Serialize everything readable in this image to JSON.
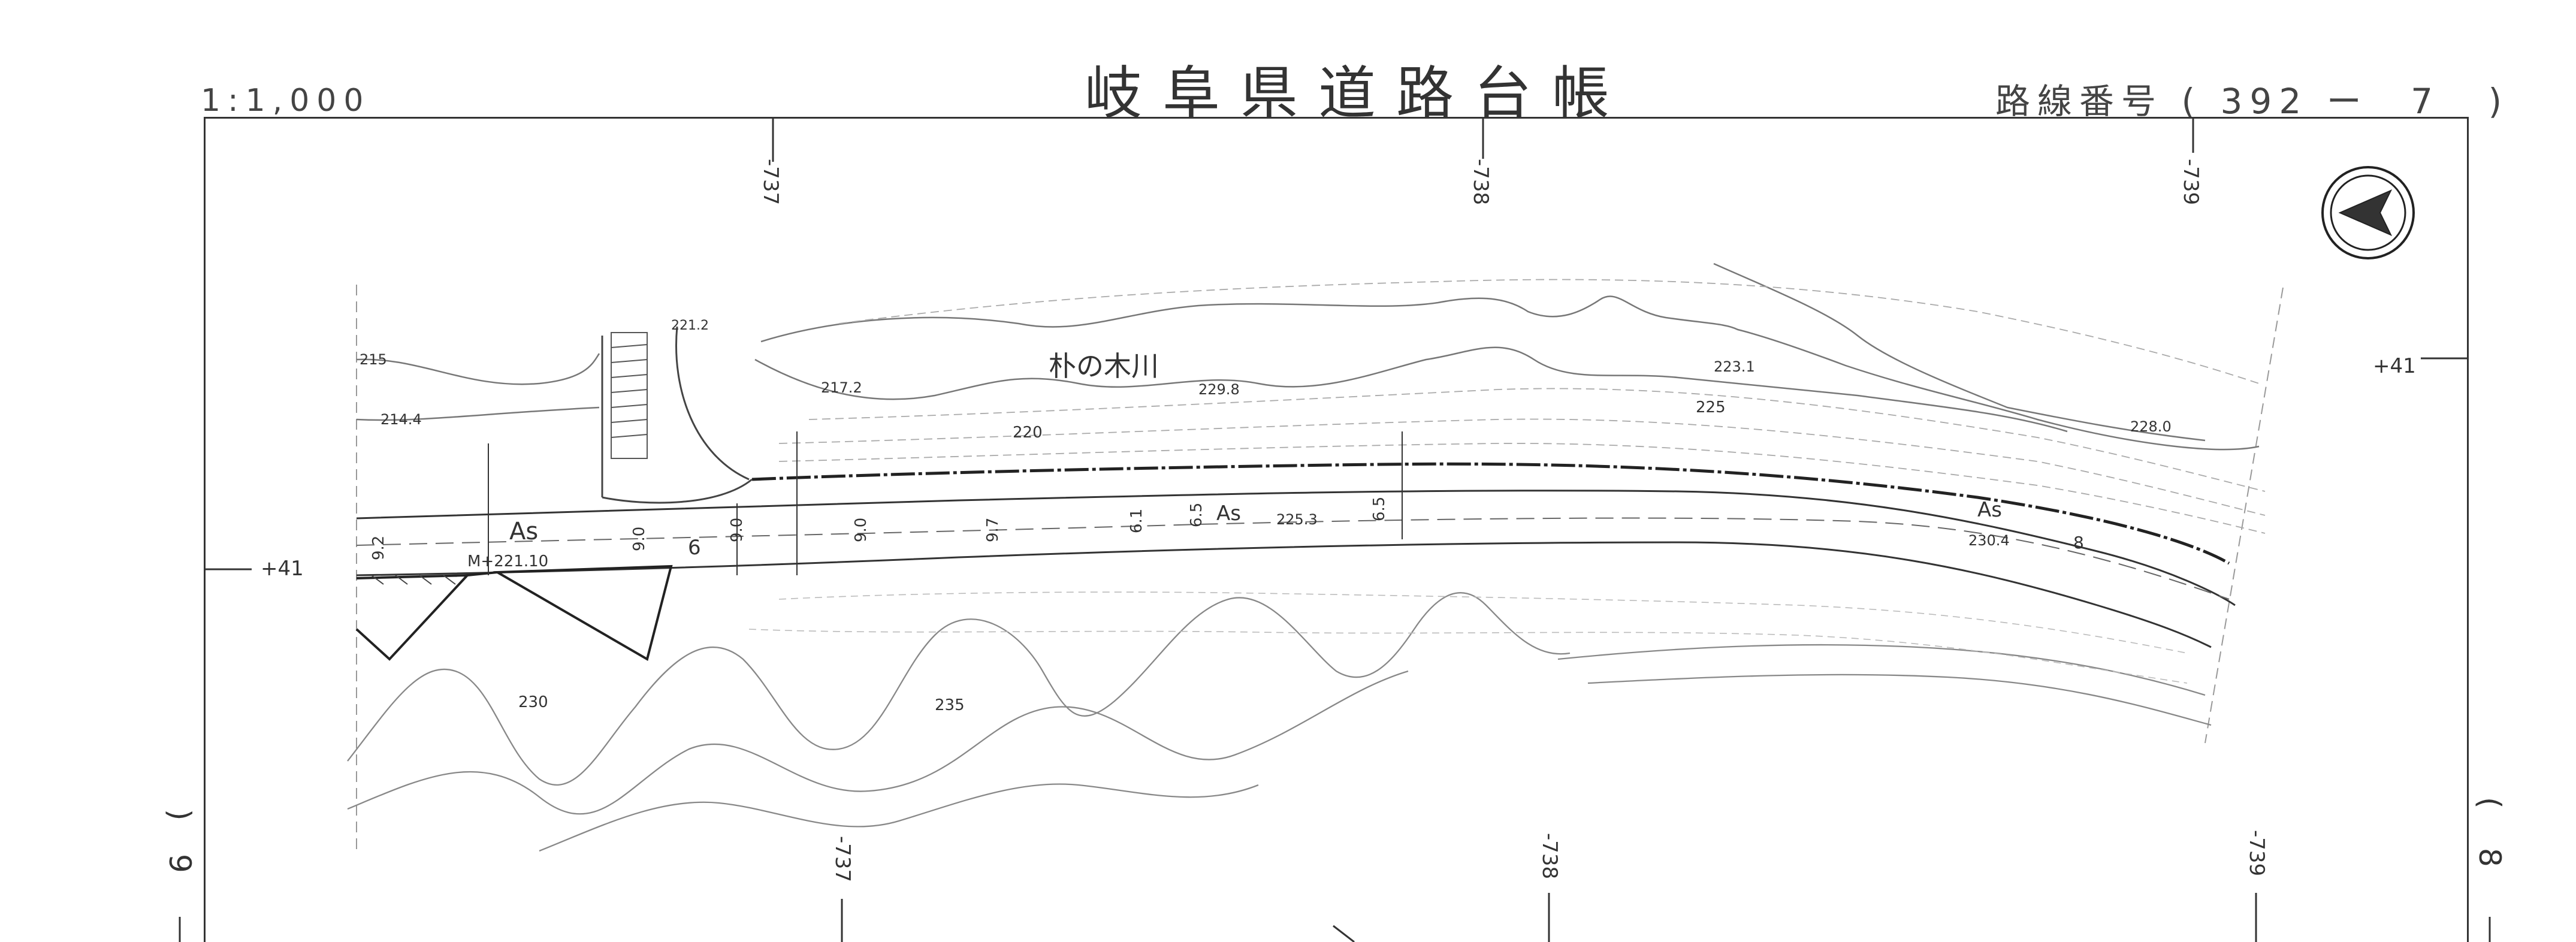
{
  "header": {
    "title": "岐阜県道路台帳",
    "scale": "1:1,000",
    "route_label": "路線番号",
    "route_open": "(",
    "route_number": "392",
    "route_dash": "ー",
    "route_section": "7",
    "route_close": ")"
  },
  "grid_labels": {
    "top": [
      "-737",
      "-738",
      "-739"
    ],
    "bottom": [
      "-737",
      "-738",
      "-739"
    ],
    "left": "+41",
    "right": "+41"
  },
  "sheet_refs": {
    "left_paren": ")",
    "left_number": "9",
    "right_paren": "(",
    "right_number": "8"
  },
  "map_labels": {
    "river": "朴の木川",
    "surface_as_left": "As",
    "surface_as_mid": "As",
    "surface_as_right": "As",
    "bench_mark": "M+221.10",
    "section_no": "6",
    "width_left": "9.2",
    "width_a": "9.0",
    "width_b": "9.0",
    "width_c": "9.0",
    "width_d": "9.7",
    "width_e": "6.1",
    "width_f": "6.5",
    "width_g": "6.5",
    "contours": {
      "c215": "215",
      "c2144": "214.4",
      "c2212": "221.2",
      "c2172": "217.2",
      "c2298": "229.8",
      "c220": "220",
      "c2231": "223.1",
      "c225": "225",
      "c2280": "228.0",
      "c2253": "225.3",
      "c2304": "230.4",
      "c230": "230",
      "c235": "235",
      "c8": "8"
    }
  },
  "symbols": {
    "north_arrow": "north-arrow-icon"
  }
}
